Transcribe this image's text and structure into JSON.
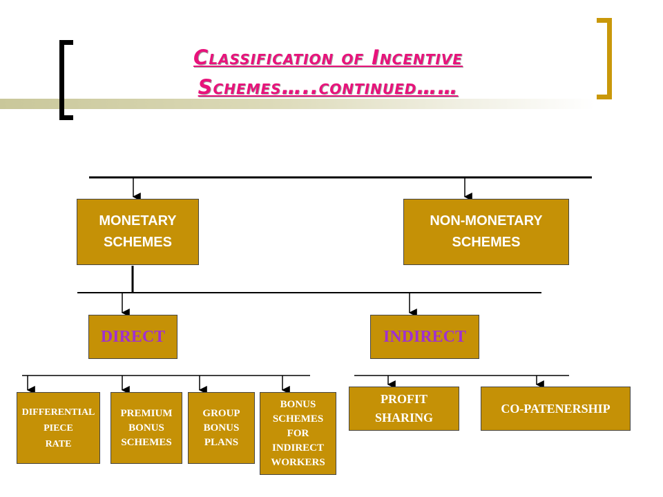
{
  "title": {
    "line1": "Classification of Incentive",
    "line2": "Schemes…..continued……"
  },
  "level1": {
    "monetary": "MONETARY\nSCHEMES",
    "non_monetary": "NON-MONETARY\nSCHEMES"
  },
  "level2": {
    "direct": "DIRECT",
    "indirect": "INDIRECT"
  },
  "direct_items": {
    "differential": "DIFFERENTIAL\nPIECE\nRATE",
    "premium": "PREMIUM\nBONUS\nSCHEMES",
    "group": "GROUP\nBONUS\nPLANS",
    "bonus_indirect": "BONUS\nSCHEMES\nFOR\nINDIRECT\nWORKERS"
  },
  "indirect_items": {
    "profit_sharing": "PROFIT\nSHARING",
    "co_partnership": "CO-PATENERSHIP"
  },
  "colors": {
    "box_fill": "#c59106",
    "box_text": "#ffffff",
    "level2_text": "#a030d0",
    "title": "#e8137b",
    "bracket_right": "#c9980a"
  }
}
